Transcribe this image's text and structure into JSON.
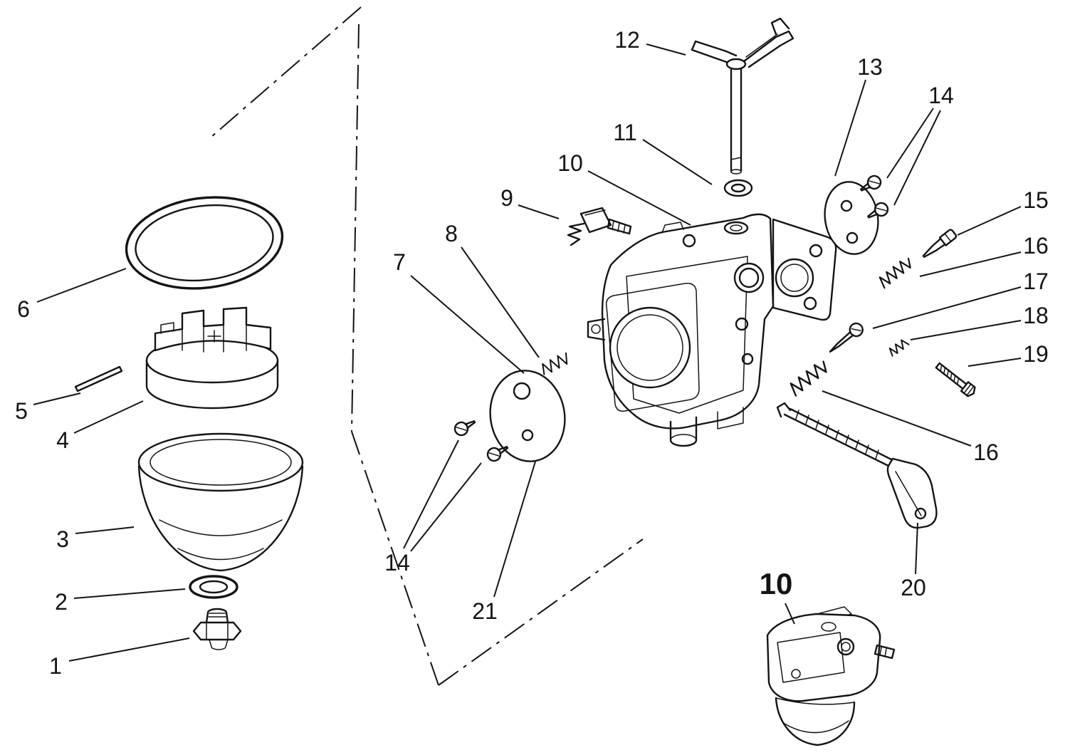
{
  "diagram": {
    "type": "exploded-parts-diagram",
    "subject": "carburetor-assembly",
    "background_color": "#ffffff",
    "line_color": "#141414",
    "callouts": [
      {
        "number": "12",
        "part": "throttle-shaft-and-lever"
      },
      {
        "number": "13",
        "part": "round-cover-plate"
      },
      {
        "number": "14",
        "part": "cover-screws-right"
      },
      {
        "number": "11",
        "part": "seal-washer"
      },
      {
        "number": "10",
        "part": "carburetor-body"
      },
      {
        "number": "9",
        "part": "fuel-inlet-fitting"
      },
      {
        "number": "15",
        "part": "idle-adjust-needle"
      },
      {
        "number": "16",
        "part": "spring-upper"
      },
      {
        "number": "8",
        "part": "small-spring"
      },
      {
        "number": "17",
        "part": "mixture-needle"
      },
      {
        "number": "7",
        "part": "cover-plate-disc"
      },
      {
        "number": "18",
        "part": "small-spring-retainer"
      },
      {
        "number": "19",
        "part": "long-screw"
      },
      {
        "number": "6",
        "part": "bowl-gasket-ring"
      },
      {
        "number": "5",
        "part": "float-pin"
      },
      {
        "number": "4",
        "part": "float"
      },
      {
        "number": "3",
        "part": "fuel-bowl"
      },
      {
        "number": "2",
        "part": "drain-plug-gasket"
      },
      {
        "number": "1",
        "part": "drain-plug"
      },
      {
        "number": "14",
        "part": "cover-screws-left"
      },
      {
        "number": "21",
        "part": "gasket-plate"
      },
      {
        "number": "16",
        "part": "spring-lower"
      },
      {
        "number": "20",
        "part": "throttle-link-lever"
      },
      {
        "number": "10",
        "part": "carburetor-complete-assembly"
      }
    ]
  }
}
